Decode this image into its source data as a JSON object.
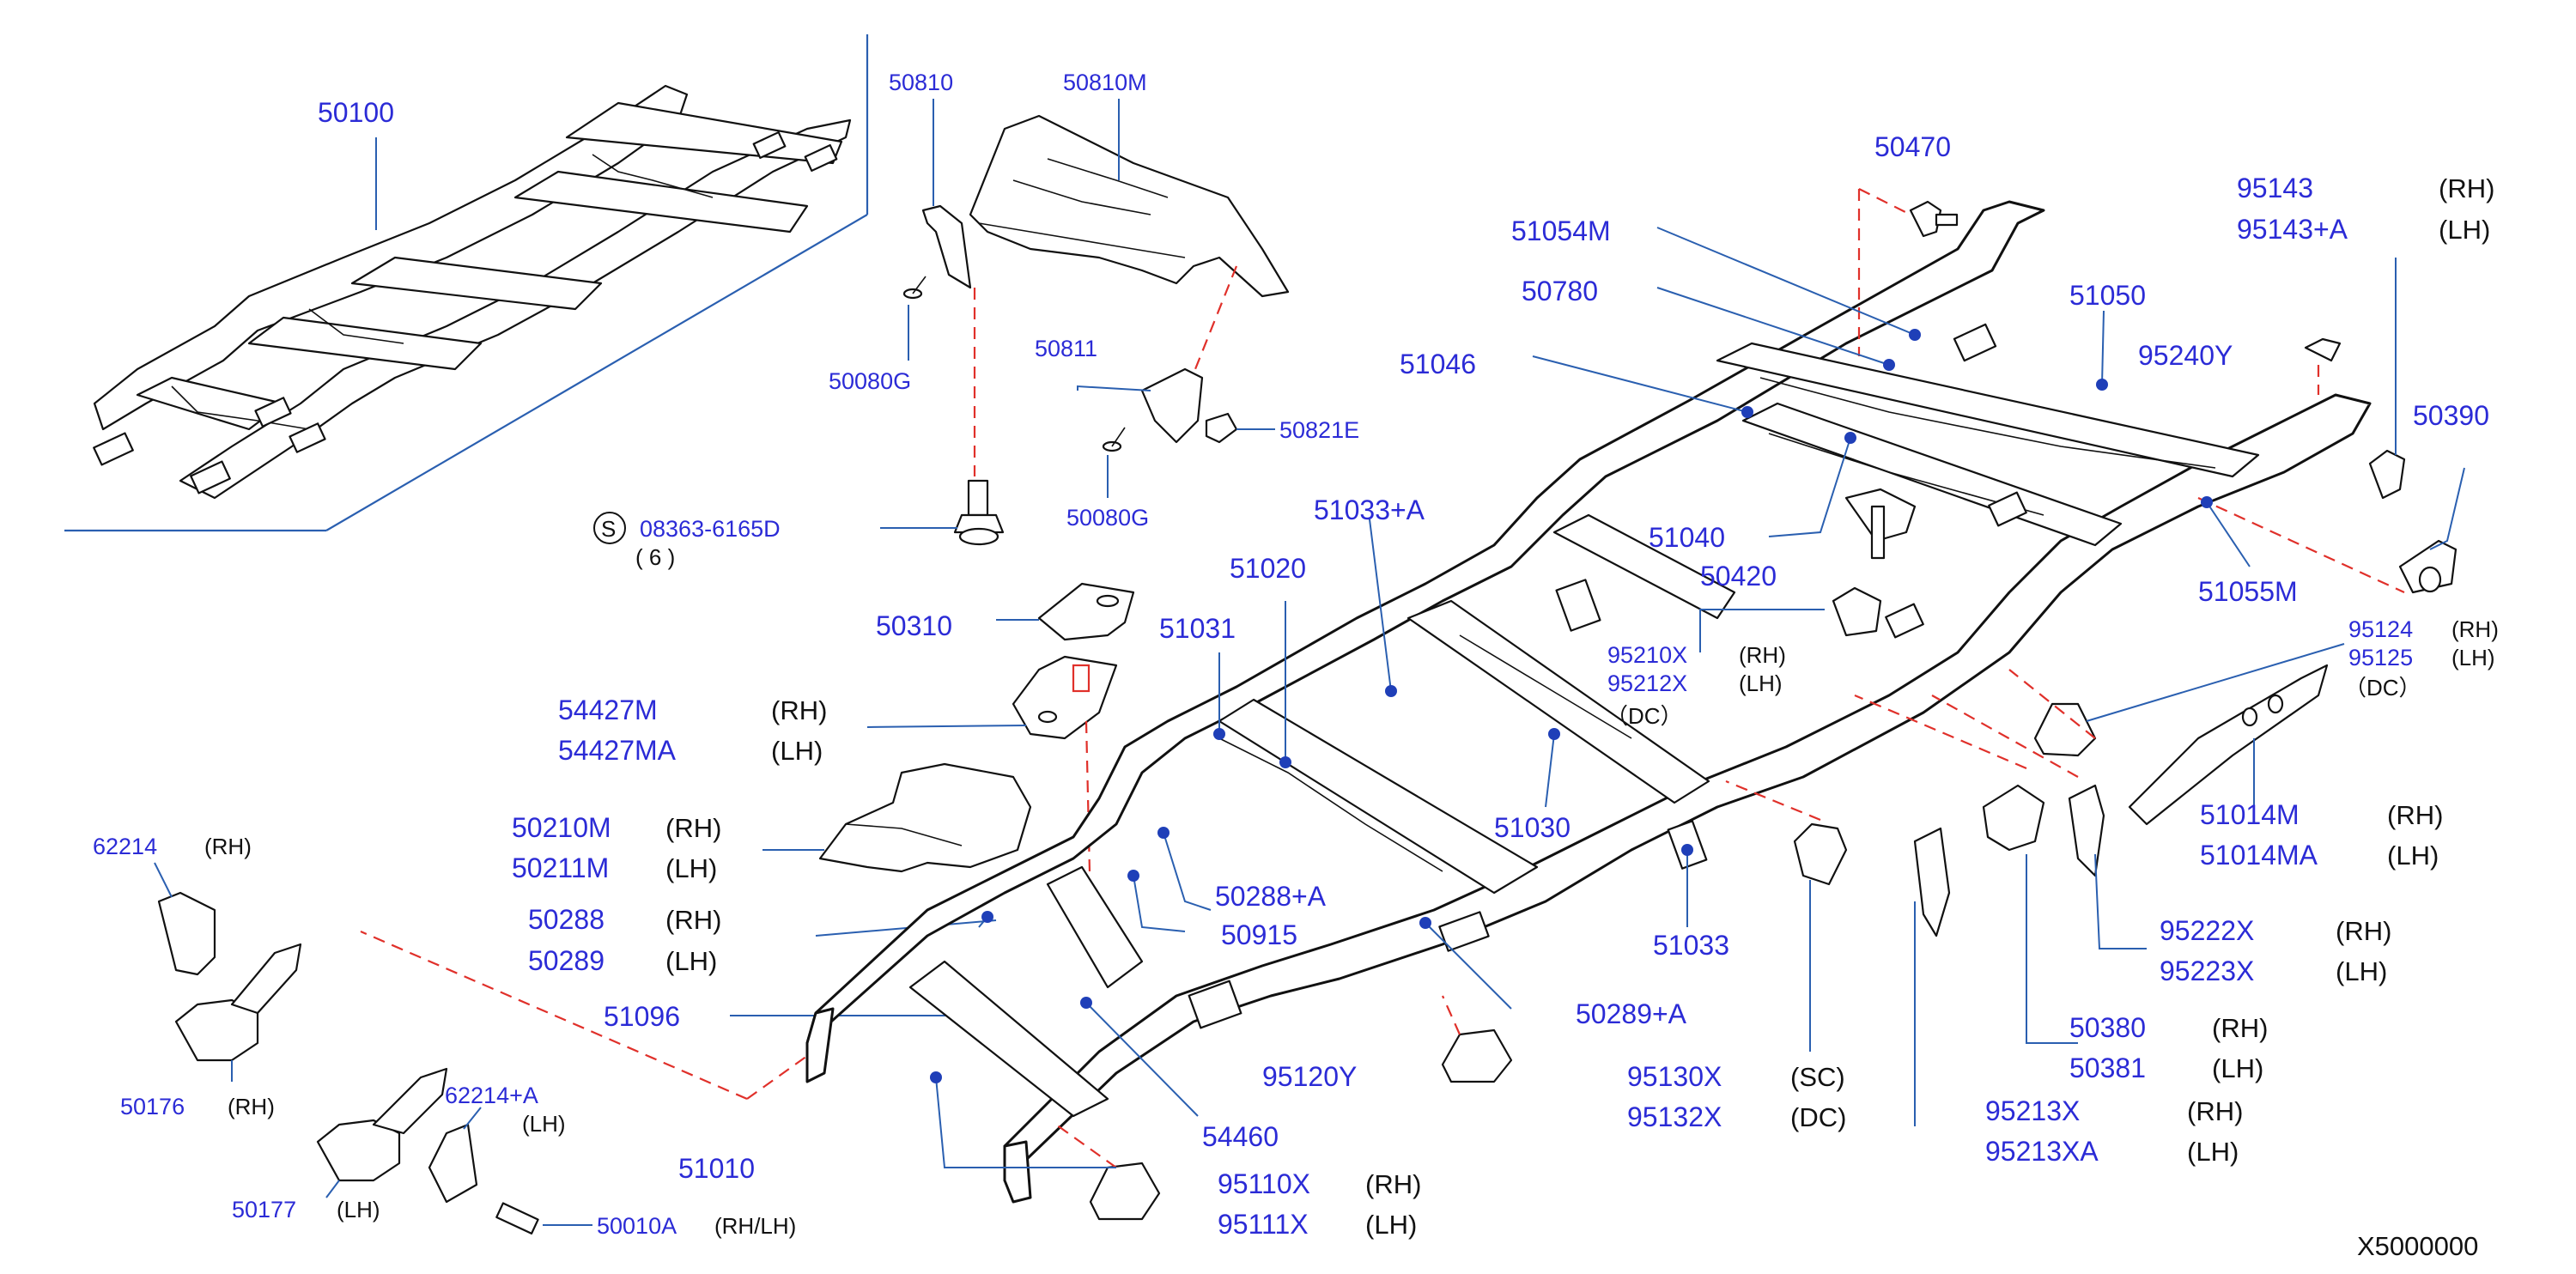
{
  "diagram": {
    "code": "X5000000",
    "labels": {
      "p50100": "50100",
      "p50810": "50810",
      "p50810M": "50810M",
      "p50080G_a": "50080G",
      "p50811": "50811",
      "p50821E": "50821E",
      "p50080G_b": "50080G",
      "bolt_symbol": "S",
      "bolt_code": "08363-6165D",
      "bolt_qty": "( 6 )",
      "p50310": "50310",
      "p54427M": "54427M",
      "p54427MA": "54427MA",
      "p50210M": "50210M",
      "p50211M": "50211M",
      "p50288": "50288",
      "p50289": "50289",
      "p51096": "51096",
      "p51010": "51010",
      "p62214": "62214",
      "p50176": "50176",
      "p50177": "50177",
      "p62214A": "62214+A",
      "p50010A": "50010A",
      "p51031": "51031",
      "p51020": "51020",
      "p51033A": "51033+A",
      "p50288A": "50288+A",
      "p50915": "50915",
      "p51030": "51030",
      "p54460": "54460",
      "p95110X": "95110X",
      "p95111X": "95111X",
      "p95120Y": "95120Y",
      "p50289A": "50289+A",
      "p51033": "51033",
      "p51054M": "51054M",
      "p50780": "50780",
      "p51046": "51046",
      "p50470": "50470",
      "p51050": "51050",
      "p95240Y": "95240Y",
      "p51040": "51040",
      "p50420": "50420",
      "p95210X": "95210X",
      "p95212X": "95212X",
      "p95143": "95143",
      "p95143A": "95143+A",
      "p50390": "50390",
      "p51055M": "51055M",
      "p95124": "95124",
      "p95125": "95125",
      "p51014M": "51014M",
      "p51014MA": "51014MA",
      "p95222X": "95222X",
      "p95223X": "95223X",
      "p50380": "50380",
      "p50381": "50381",
      "p95213X": "95213X",
      "p95213XA": "95213XA",
      "p95130X": "95130X",
      "p95132X": "95132X"
    },
    "qualifiers": {
      "RH": "(RH)",
      "LH": "(LH)",
      "DC": "(DC)",
      "SC": "(SC)",
      "RHLH": "(RH/LH)",
      "DC_paren": "（DC）"
    },
    "colors": {
      "part_number": "#2b2bd6",
      "leader_line": "#2a5fb0",
      "dashed_line": "#e0302a",
      "drawing": "#111111"
    }
  }
}
